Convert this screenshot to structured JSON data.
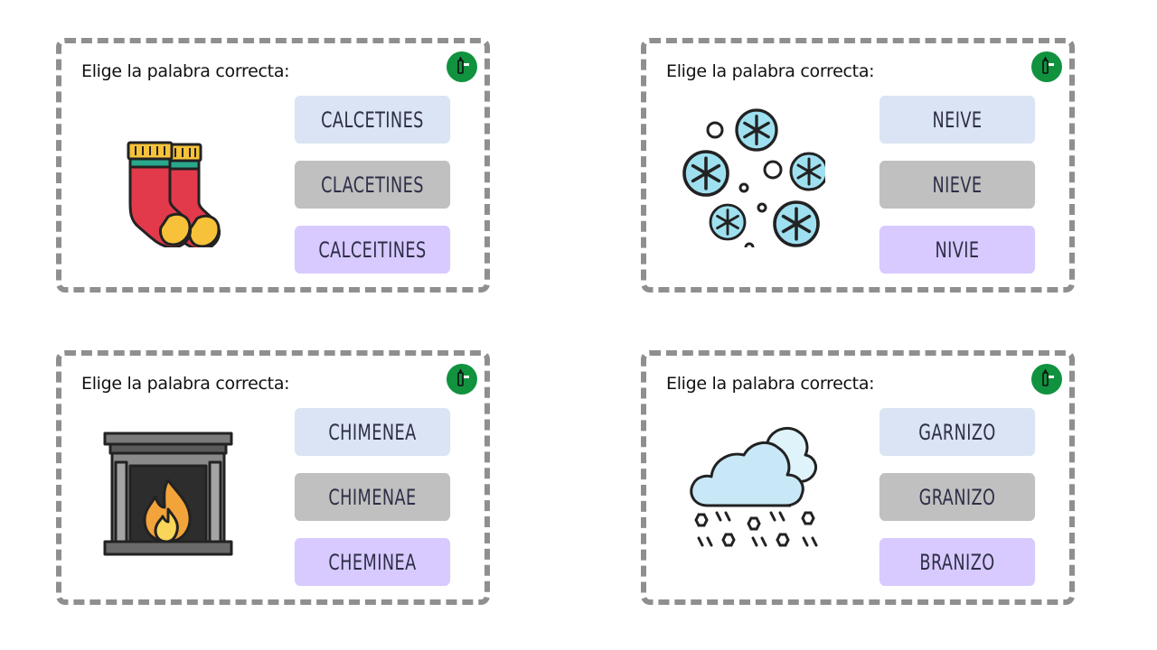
{
  "cards": [
    {
      "prompt": "Elige la palabra correcta:",
      "icon": "socks-icon",
      "options": [
        "CALCETINES",
        "CLACETINES",
        "CALCEITINES"
      ]
    },
    {
      "prompt": "Elige la palabra correcta:",
      "icon": "snowflakes-icon",
      "options": [
        "NEIVE",
        "NIEVE",
        "NIVIE"
      ]
    },
    {
      "prompt": "Elige la palabra correcta:",
      "icon": "fireplace-icon",
      "options": [
        "CHIMENEA",
        "CHIMENAE",
        "CHEMINEA"
      ]
    },
    {
      "prompt": "Elige la palabra correcta:",
      "icon": "hail-cloud-icon",
      "options": [
        "GARNIZO",
        "GRANIZO",
        "BRANIZO"
      ]
    }
  ],
  "colors": {
    "option1": "#dae4f4",
    "option2": "#c0c0c0",
    "option3": "#d8caff",
    "logo": "#11923f",
    "border": "#8f8f8f"
  }
}
